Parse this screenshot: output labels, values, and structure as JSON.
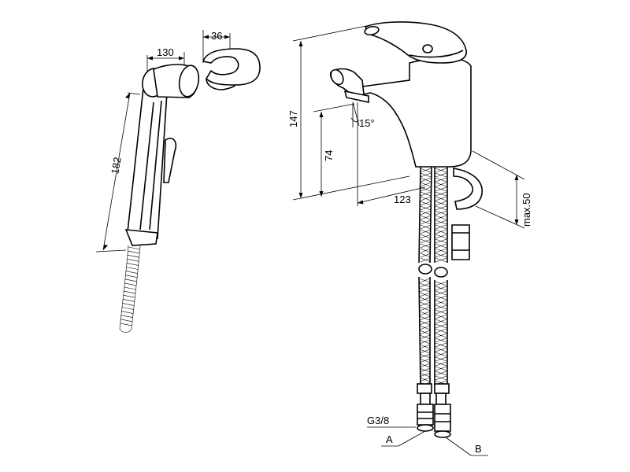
{
  "dimensions": {
    "holder_width": "130",
    "holder_depth": "36",
    "handset_length": "182",
    "total_height": "147",
    "spout_height": "74",
    "spout_angle": "15°",
    "spout_reach": "123",
    "max_thickness": "max.50"
  },
  "connections": {
    "thread": "G3/8",
    "label_a": "A",
    "label_b": "B"
  }
}
